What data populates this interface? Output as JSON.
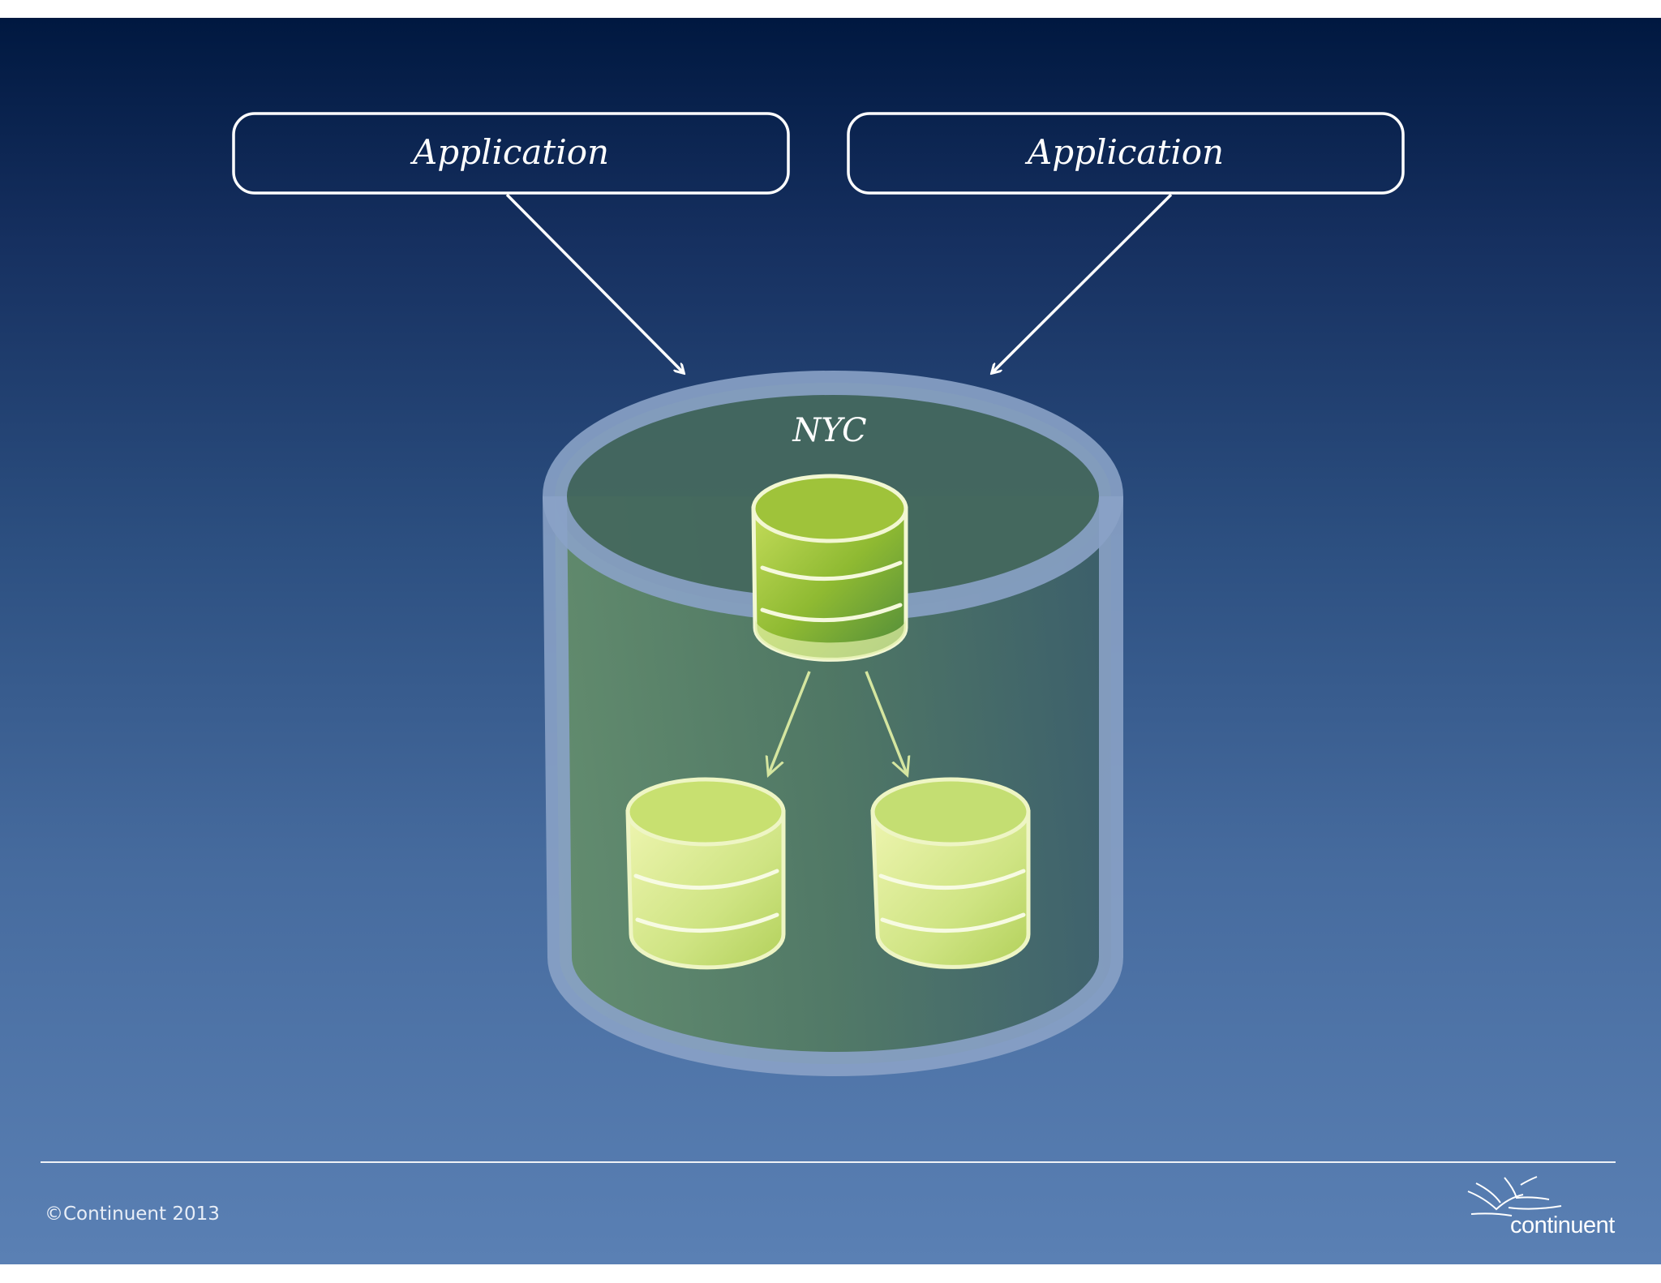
{
  "diagram": {
    "top_nodes": [
      {
        "label": "Application"
      },
      {
        "label": "Application"
      }
    ],
    "cluster": {
      "label": "NYC"
    },
    "databases": {
      "master_count": 1,
      "replica_count": 2
    }
  },
  "footer": {
    "copyright": "©Continuent 2013",
    "logo_text": "continuent"
  },
  "colors": {
    "background_top": "#001840",
    "background_bottom": "#5a80b4",
    "cluster_rim": "#8da4c8",
    "cluster_fill": "#4d7a5a",
    "db_green": "#8dba2e",
    "db_light": "#d6e89a",
    "line": "#ffffff"
  }
}
